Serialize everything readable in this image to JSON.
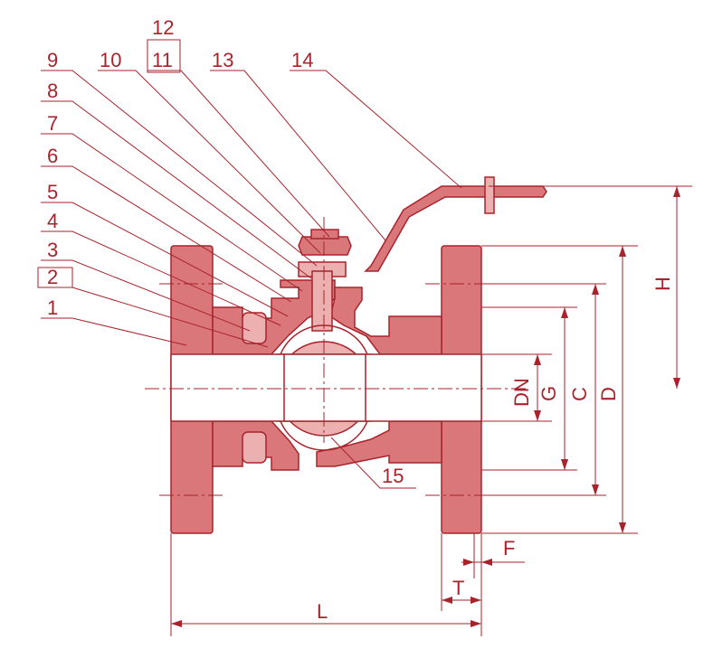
{
  "colors": {
    "line": "#a8232b",
    "fill": "#d9777a",
    "fill_light": "#ecb0b0",
    "background": "#ffffff"
  },
  "part_labels": [
    "1",
    "2",
    "3",
    "4",
    "5",
    "6",
    "7",
    "8",
    "9",
    "10",
    "11",
    "12",
    "13",
    "14",
    "15"
  ],
  "dimension_labels": {
    "dn": "DN",
    "g": "G",
    "c": "C",
    "d": "D",
    "h": "H",
    "l": "L",
    "t": "T",
    "f": "F"
  }
}
